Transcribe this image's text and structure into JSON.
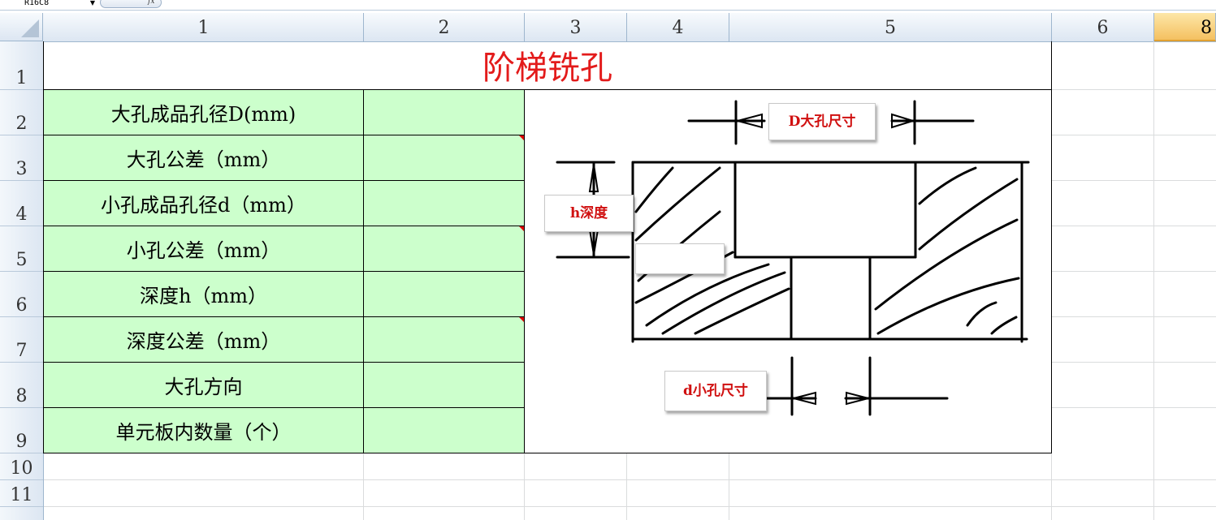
{
  "formula_bar": {
    "name_box": "R16C8",
    "fx": "fx"
  },
  "columns": [
    "1",
    "2",
    "3",
    "4",
    "5",
    "6",
    "8"
  ],
  "rows": [
    "1",
    "2",
    "3",
    "4",
    "5",
    "6",
    "7",
    "8",
    "9",
    "10",
    "11"
  ],
  "sheet": {
    "title": "阶梯铣孔",
    "labels": [
      "大孔成品孔径D(mm)",
      "大孔公差（mm）",
      "小孔成品孔径d（mm）",
      "小孔公差（mm）",
      "深度h（mm）",
      "深度公差（mm）",
      "大孔方向",
      "单元板内数量（个）"
    ]
  },
  "diagram": {
    "callout_big_hole": "D大孔尺寸",
    "callout_depth": "h深度",
    "callout_small_hole": "d小孔尺寸"
  },
  "colors": {
    "title": "#e31b1b",
    "input_fill": "#ccffcc",
    "active_header": "#f4c060",
    "comment_mark": "#e00000"
  }
}
